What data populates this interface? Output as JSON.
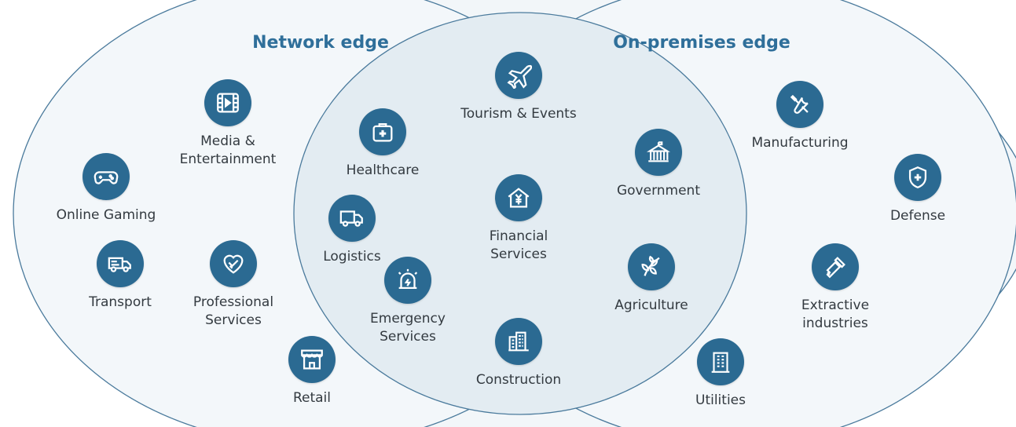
{
  "diagram": {
    "titles": {
      "left": "Network edge",
      "right": "On-premises edge"
    },
    "colors": {
      "icon_bg": "#2b6a92",
      "ellipse_fill": "#f1f5f8",
      "overlap_fill": "#e2ebf1",
      "stroke": "#4a7a9c",
      "title": "#2f6f9a"
    },
    "items": [
      {
        "label": "Media &\nEntertainment",
        "icon": "film-icon"
      },
      {
        "label": "Online Gaming",
        "icon": "gamepad-icon"
      },
      {
        "label": "Transport",
        "icon": "truck-icon"
      },
      {
        "label": "Professional\nServices",
        "icon": "handshake-icon"
      },
      {
        "label": "Retail",
        "icon": "store-icon"
      },
      {
        "label": "Tourism & Events",
        "icon": "airplane-icon"
      },
      {
        "label": "Healthcare",
        "icon": "medical-kit-icon"
      },
      {
        "label": "Government",
        "icon": "government-building-icon"
      },
      {
        "label": "Logistics",
        "icon": "delivery-truck-icon"
      },
      {
        "label": "Financial\nServices",
        "icon": "yuan-house-icon"
      },
      {
        "label": "Emergency\nServices",
        "icon": "siren-icon"
      },
      {
        "label": "Agriculture",
        "icon": "leaf-icon"
      },
      {
        "label": "Construction",
        "icon": "buildings-icon"
      },
      {
        "label": "Manufacturing",
        "icon": "tools-icon"
      },
      {
        "label": "Defense",
        "icon": "shield-icon"
      },
      {
        "label": "Extractive\nindustries",
        "icon": "drill-icon"
      },
      {
        "label": "Utilities",
        "icon": "building-icon"
      }
    ]
  }
}
